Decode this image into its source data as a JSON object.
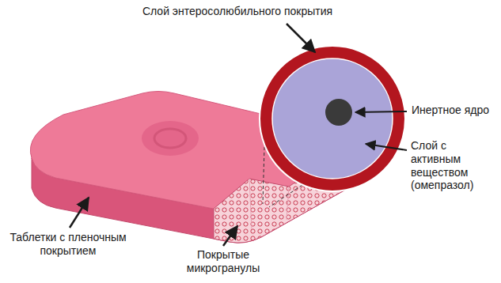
{
  "diagram": {
    "labels": [
      "Слой энтеросолюбильного покрытия",
      "Инертное ядро",
      "Слой с активным веществом (омепразол)",
      "Таблетки с пленочным покрытием",
      "Покрытые микрогранулы"
    ]
  }
}
